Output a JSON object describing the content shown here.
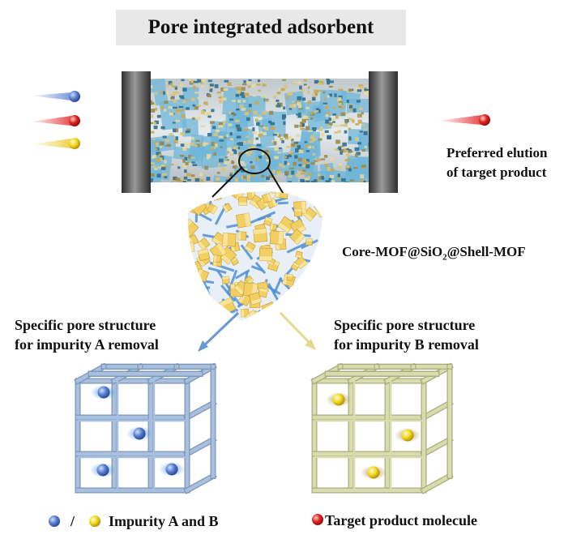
{
  "title": "Pore integrated adsorbent",
  "labels": {
    "elution_line1": "Preferred elution",
    "elution_line2": "of target product",
    "core_shell_prefix": "Core-MOF@SiO",
    "core_shell_sub": "2",
    "core_shell_suffix": "@Shell-MOF",
    "left_line1": "Specific pore structure",
    "left_line2": "for impurity A removal",
    "right_line1": "Specific pore structure",
    "right_line2": "for impurity B removal",
    "legend_slash": "/",
    "legend_impurity": "Impurity A and B",
    "legend_target": "Target product molecule"
  },
  "colors": {
    "impurity_a": "#5a7fd0",
    "impurity_b": "#f0d020",
    "target": "#e02020",
    "cage_a": "#a8c0de",
    "cage_b": "#d8dcae",
    "column_cap": "#555555",
    "crystal_yellow": "#f2cf63",
    "crystal_blue": "#4f8fd6"
  }
}
